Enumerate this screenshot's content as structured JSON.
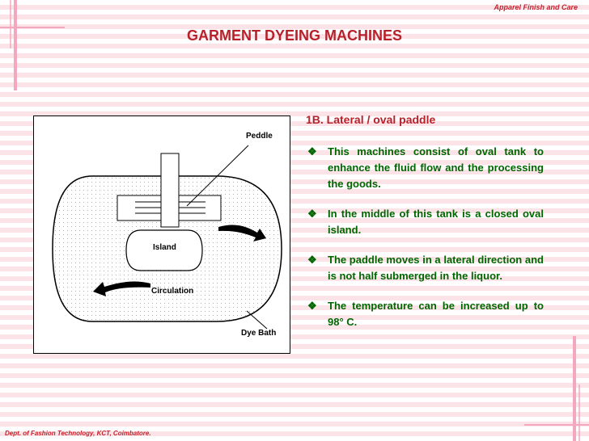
{
  "header": {
    "subject": "Apparel Finish and Care"
  },
  "slide": {
    "title": "GARMENT DYEING MACHINES"
  },
  "diagram": {
    "labels": {
      "paddle": "Peddle",
      "island": "Island",
      "circulation": "Circulation",
      "dye_bath": "Dye Bath"
    }
  },
  "panel": {
    "heading": "1B. Lateral / oval paddle",
    "bullets": [
      {
        "text": "This machines consist of oval tank to enhance the fluid flow and the processing the goods."
      },
      {
        "text": "In the middle of this tank is a closed oval island."
      },
      {
        "text": "The paddle moves in a lateral direction and is not half submerged in the liquor."
      },
      {
        "text": "The temperature can be increased up to 98° C."
      }
    ]
  },
  "footer": {
    "text": "Dept. of Fashion Technology, KCT, Coimbatore."
  },
  "colors": {
    "accent": "#c8202a",
    "bullet_text": "#006600",
    "stripe": "#fbe3e8",
    "deco_line": "#f2a8bf"
  },
  "icons": {
    "bullet": "diamond-bullet-icon"
  }
}
